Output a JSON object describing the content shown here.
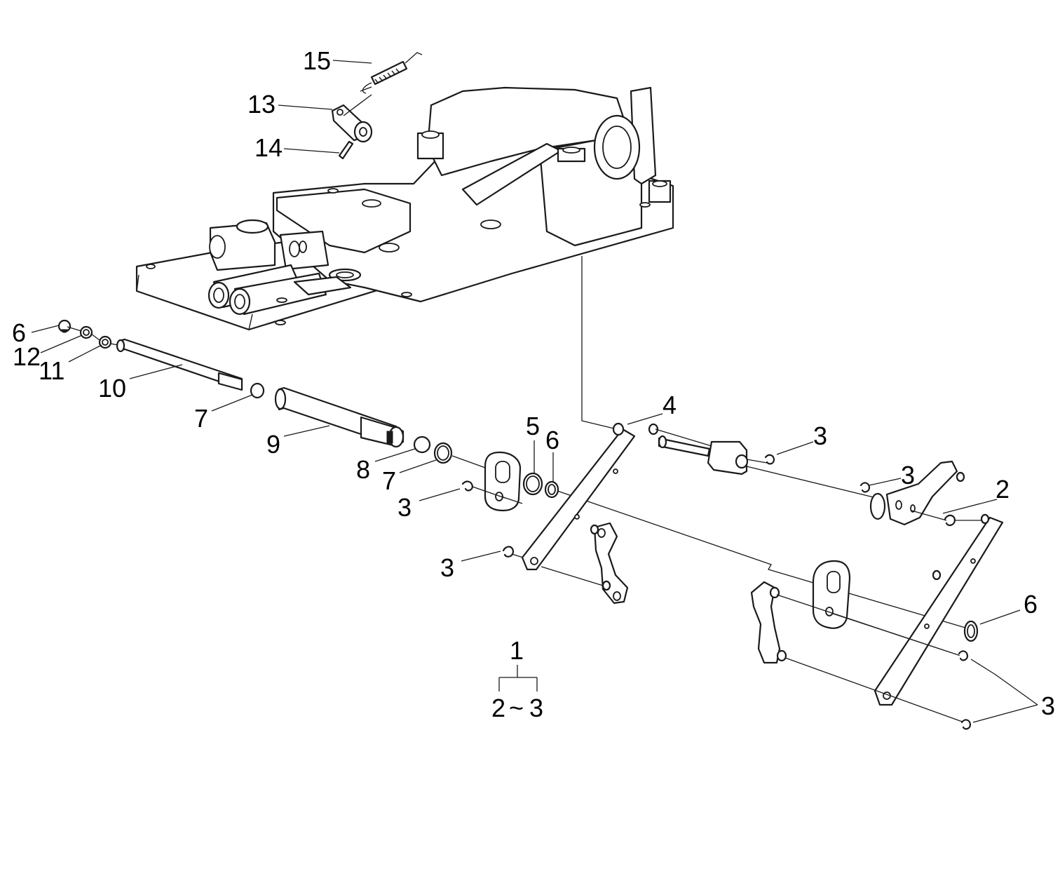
{
  "callouts": [
    {
      "id": "c15",
      "text": "15"
    },
    {
      "id": "c13",
      "text": "13"
    },
    {
      "id": "c14",
      "text": "14"
    },
    {
      "id": "c6a",
      "text": "6"
    },
    {
      "id": "c12",
      "text": "12"
    },
    {
      "id": "c11",
      "text": "11"
    },
    {
      "id": "c10",
      "text": "10"
    },
    {
      "id": "c7a",
      "text": "7"
    },
    {
      "id": "c9",
      "text": "9"
    },
    {
      "id": "c8",
      "text": "8"
    },
    {
      "id": "c7b",
      "text": "7"
    },
    {
      "id": "c3a",
      "text": "3"
    },
    {
      "id": "c5",
      "text": "5"
    },
    {
      "id": "c6b",
      "text": "6"
    },
    {
      "id": "c4",
      "text": "4"
    },
    {
      "id": "c3b",
      "text": "3"
    },
    {
      "id": "c3c",
      "text": "3"
    },
    {
      "id": "c2",
      "text": "2"
    },
    {
      "id": "c3d",
      "text": "3"
    },
    {
      "id": "c6c",
      "text": "6"
    },
    {
      "id": "c3e",
      "text": "3"
    }
  ],
  "assembly": {
    "parent": "1",
    "range_from": "2",
    "range_sep": "~",
    "range_to": "3"
  }
}
